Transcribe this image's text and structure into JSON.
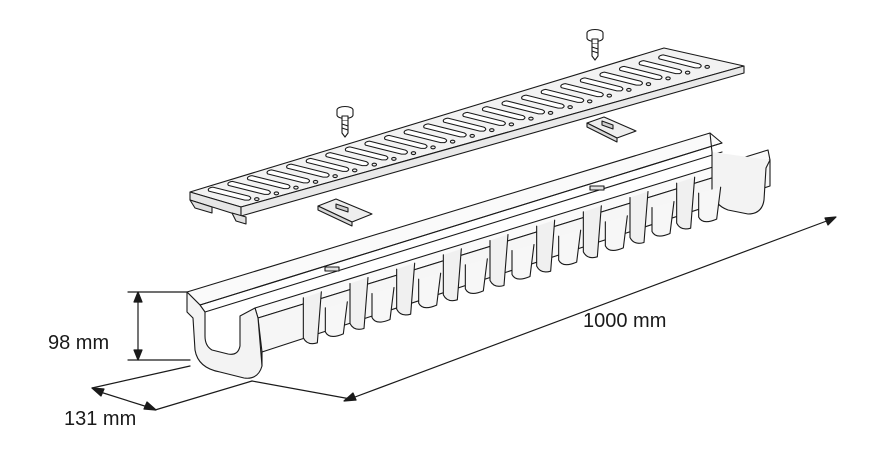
{
  "dimensions": {
    "height": "98 mm",
    "width": "131 mm",
    "length": "1000 mm"
  },
  "colors": {
    "line": "#1a1a1a",
    "grate_fill": "#f2f2f2",
    "channel_fill": "#fafafa"
  },
  "components": [
    "channel-body",
    "grate",
    "bolt",
    "locking-clip"
  ]
}
